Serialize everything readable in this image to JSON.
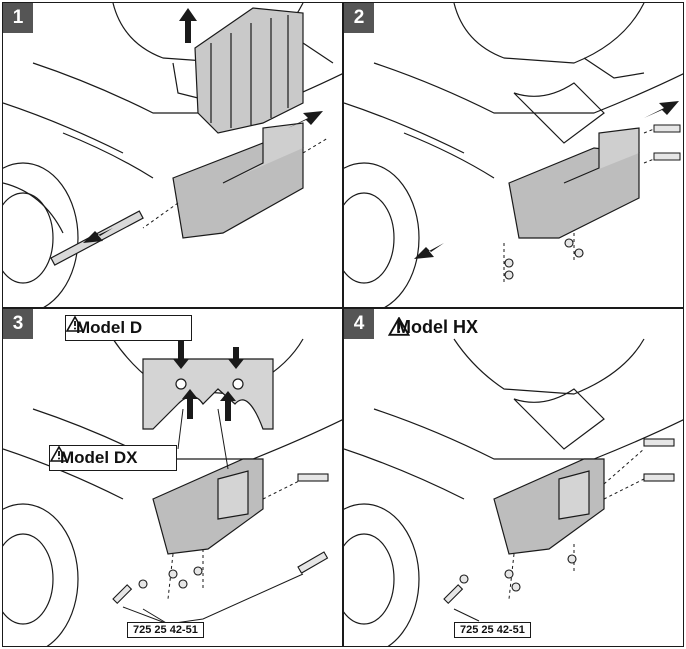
{
  "panels": [
    {
      "step": "1"
    },
    {
      "step": "2"
    },
    {
      "step": "3",
      "callout_top": "Model D",
      "callout_bottom": "Model DX",
      "part_number": "725 25 42-51"
    },
    {
      "step": "4",
      "title": "Model HX",
      "part_number": "725 25 42-51"
    }
  ],
  "icons": {
    "warning": "warning-triangle-icon",
    "arrow": "direction-arrow-icon"
  },
  "colors": {
    "line": "#1a1a1a",
    "plate": "#d4d4d4",
    "badge": "#555555",
    "bracket": "#bdbdbd"
  }
}
